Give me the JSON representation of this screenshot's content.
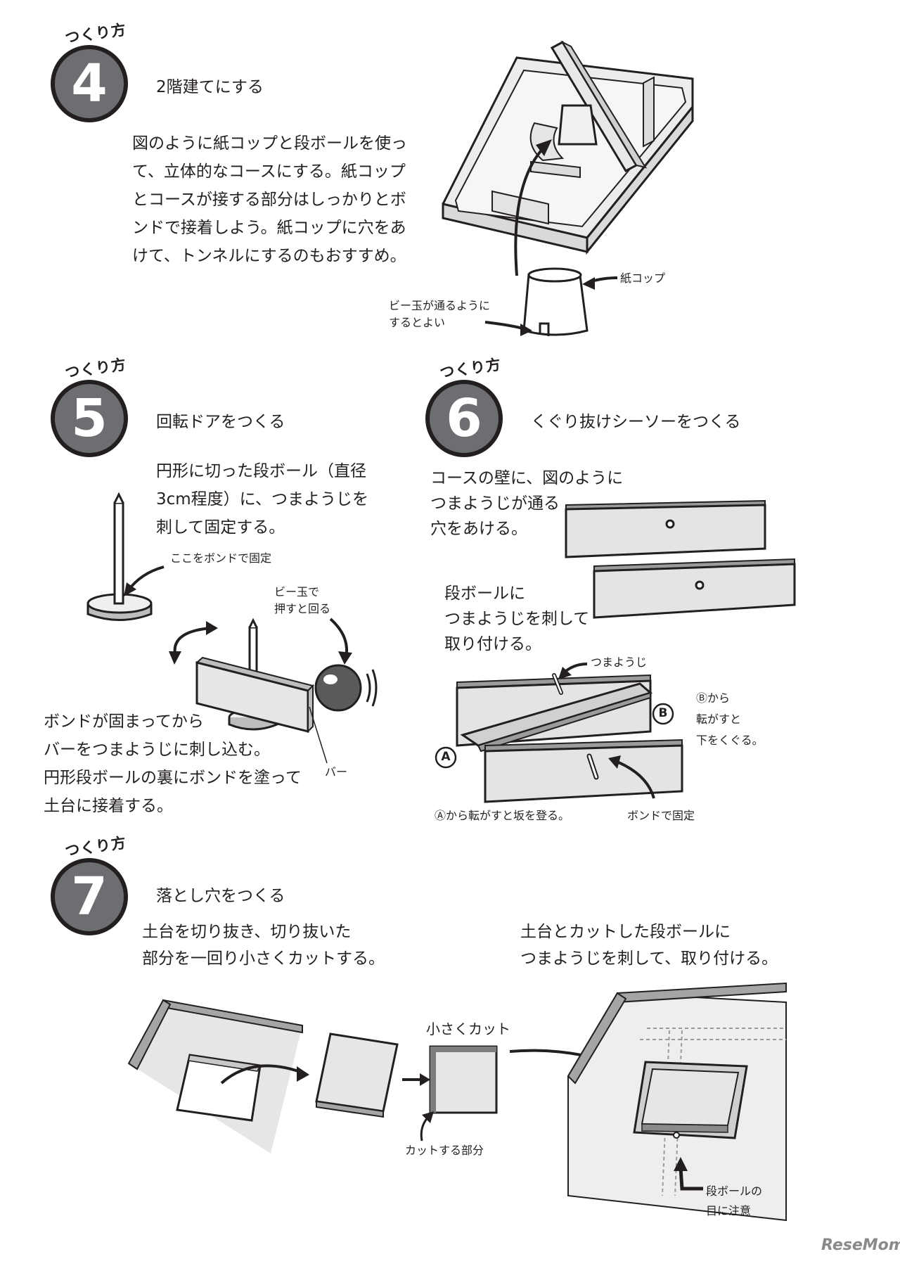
{
  "step4": {
    "kicker": "つくり方",
    "number": "4",
    "title": "2階建てにする",
    "body": "図のように紙コップと段ボールを使って、立体的なコースにする。紙コップとコースが接する部分はしっかりとボンドで接着しよう。紙コップに穴をあけて、トンネルにするのもおすすめ。",
    "lines": [
      "図のように紙コップと段ボールを使っ",
      "て、立体的なコースにする。紙コップ",
      "とコースが接する部分はしっかりとボ",
      "ンドで接着しよう。紙コップに穴をあ",
      "けて、トンネルにするのもおすすめ。"
    ],
    "label_cup": "紙コップ",
    "label_marble": "ビー玉が通るように\nするとよい"
  },
  "step5": {
    "kicker": "つくり方",
    "number": "5",
    "title": "回転ドアをつくる",
    "lines": [
      "円形に切った段ボール（直径",
      "3cm程度）に、つまようじを",
      "刺して固定する。"
    ],
    "label_bond": "ここをボンドで固定",
    "label_push": "ビー玉で\n押すと回る",
    "label_bar": "バー",
    "bottom_lines": [
      "ボンドが固まってから",
      "バーをつまようじに刺し込む。",
      "円形段ボールの裏にボンドを塗って",
      "土台に接着する。"
    ]
  },
  "step6": {
    "kicker": "つくり方",
    "number": "6",
    "title": "くぐり抜けシーソーをつくる",
    "lines": [
      "コースの壁に、図のように",
      "つまようじが通る",
      "穴をあける。"
    ],
    "lines2": [
      "段ボールに",
      "つまようじを刺して",
      "取り付ける。"
    ],
    "label_toothpick": "つまようじ",
    "label_b_mark": "B",
    "label_b": "Ⓑから\n転がすと\n下をくぐる。",
    "label_a_mark": "A",
    "label_a": "Ⓐから転がすと坂を登る。",
    "label_bond": "ボンドで固定"
  },
  "step7": {
    "kicker": "つくり方",
    "number": "7",
    "title": "落とし穴をつくる",
    "lines_left": [
      "土台を切り抜き、切り抜いた",
      "部分を一回り小さくカットする。"
    ],
    "lines_right": [
      "土台とカットした段ボールに",
      "つまようじを刺して、取り付ける。"
    ],
    "label_small_cut": "小さくカット",
    "label_cut_part": "カットする部分",
    "label_grain": "段ボールの\n目に注意"
  },
  "watermark": "ReseMom"
}
